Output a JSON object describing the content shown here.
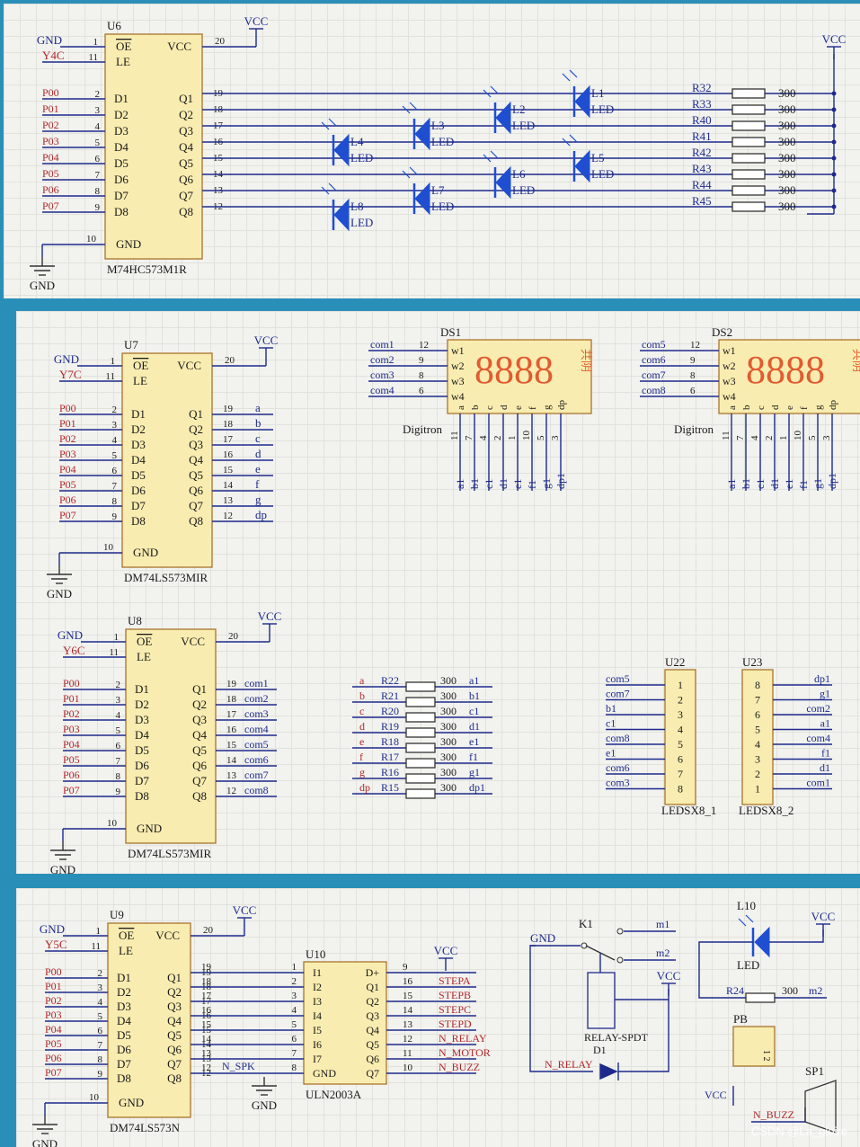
{
  "watermark": "CSDN @La_gloire",
  "colors": {
    "ic_fill": "#f8ecb0",
    "ic_stroke": "#a8742c",
    "wire": "#1d2a8c",
    "pin_label": "#b0282a",
    "net_label": "#1d2a8c",
    "led": "#1f4fd0",
    "seg": "#e25b30"
  },
  "u6": {
    "ref": "U6",
    "part": "M74HC573M1R",
    "oe": "OE",
    "le": "LE",
    "vcc": "VCC",
    "gnd": "GND",
    "gnd_net": "GND",
    "le_net": "Y4C",
    "vcc_net": "VCC",
    "gnd_sym": "GND",
    "pin_oe": "1",
    "pin_le": "11",
    "pin_vcc": "20",
    "pin_gnd": "10",
    "d_labels": [
      "D1",
      "D2",
      "D3",
      "D4",
      "D5",
      "D6",
      "D7",
      "D8"
    ],
    "q_labels": [
      "Q1",
      "Q2",
      "Q3",
      "Q4",
      "Q5",
      "Q6",
      "Q7",
      "Q8"
    ],
    "d_pins": [
      "2",
      "3",
      "4",
      "5",
      "6",
      "7",
      "8",
      "9"
    ],
    "q_pins": [
      "19",
      "18",
      "17",
      "16",
      "15",
      "14",
      "13",
      "12"
    ],
    "inputs": [
      "P00",
      "P01",
      "P02",
      "P03",
      "P04",
      "P05",
      "P06",
      "P07"
    ]
  },
  "leds": {
    "items": [
      {
        "ref": "L1",
        "label": "LED"
      },
      {
        "ref": "L2",
        "label": "LED"
      },
      {
        "ref": "L3",
        "label": "LED"
      },
      {
        "ref": "L4",
        "label": "LED"
      },
      {
        "ref": "L5",
        "label": "LED"
      },
      {
        "ref": "L6",
        "label": "LED"
      },
      {
        "ref": "L7",
        "label": "LED"
      },
      {
        "ref": "L8",
        "label": "LED"
      }
    ],
    "resistors": [
      "R32",
      "R33",
      "R40",
      "R41",
      "R42",
      "R43",
      "R44",
      "R45"
    ],
    "values": [
      "300",
      "300",
      "300",
      "300",
      "300",
      "300",
      "300",
      "300"
    ],
    "vcc": "VCC"
  },
  "u7": {
    "ref": "U7",
    "part": "DM74LS573MIR",
    "oe": "OE",
    "le": "LE",
    "vcc": "VCC",
    "gnd": "GND",
    "gnd_net": "GND",
    "le_net": "Y7C",
    "vcc_net": "VCC",
    "gnd_sym": "GND",
    "pin_oe": "1",
    "pin_le": "11",
    "pin_vcc": "20",
    "pin_gnd": "10",
    "d_labels": [
      "D1",
      "D2",
      "D3",
      "D4",
      "D5",
      "D6",
      "D7",
      "D8"
    ],
    "q_labels": [
      "Q1",
      "Q2",
      "Q3",
      "Q4",
      "Q5",
      "Q6",
      "Q7",
      "Q8"
    ],
    "d_pins": [
      "2",
      "3",
      "4",
      "5",
      "6",
      "7",
      "8",
      "9"
    ],
    "q_pins": [
      "19",
      "18",
      "17",
      "16",
      "15",
      "14",
      "13",
      "12"
    ],
    "inputs": [
      "P00",
      "P01",
      "P02",
      "P03",
      "P04",
      "P05",
      "P06",
      "P07"
    ],
    "outputs": [
      "a",
      "b",
      "c",
      "d",
      "e",
      "f",
      "g",
      "dp"
    ]
  },
  "ds1": {
    "ref": "DS1",
    "label": "Digitron",
    "digits": "8888",
    "cathode": "共阴",
    "coms": [
      "com1",
      "com2",
      "com3",
      "com4"
    ],
    "com_pins": [
      "12",
      "9",
      "8",
      "6"
    ],
    "w": [
      "w1",
      "w2",
      "w3",
      "w4"
    ],
    "segs": [
      "a",
      "b",
      "c",
      "d",
      "e",
      "f",
      "g",
      "dp"
    ],
    "seg_pins": [
      "11",
      "7",
      "4",
      "2",
      "1",
      "10",
      "5",
      "3"
    ],
    "seg_nets": [
      "a1",
      "b1",
      "c1",
      "d1",
      "e1",
      "f1",
      "g1",
      "dp1"
    ]
  },
  "ds2": {
    "ref": "DS2",
    "label": "Digitron",
    "digits": "8888",
    "cathode": "共阴",
    "coms": [
      "com5",
      "com6",
      "com7",
      "com8"
    ],
    "com_pins": [
      "12",
      "9",
      "8",
      "6"
    ],
    "w": [
      "w1",
      "w2",
      "w3",
      "w4"
    ],
    "segs": [
      "a",
      "b",
      "c",
      "d",
      "e",
      "f",
      "g",
      "dp"
    ],
    "seg_pins": [
      "11",
      "7",
      "4",
      "2",
      "1",
      "10",
      "5",
      "3"
    ],
    "seg_nets": [
      "a1",
      "b1",
      "c1",
      "d1",
      "e1",
      "f1",
      "g1",
      "dp1"
    ]
  },
  "u8": {
    "ref": "U8",
    "part": "DM74LS573MIR",
    "oe": "OE",
    "le": "LE",
    "vcc": "VCC",
    "gnd": "GND",
    "gnd_net": "GND",
    "le_net": "Y6C",
    "vcc_net": "VCC",
    "gnd_sym": "GND",
    "pin_oe": "1",
    "pin_le": "11",
    "pin_vcc": "20",
    "pin_gnd": "10",
    "d_labels": [
      "D1",
      "D2",
      "D3",
      "D4",
      "D5",
      "D6",
      "D7",
      "D8"
    ],
    "q_labels": [
      "Q1",
      "Q2",
      "Q3",
      "Q4",
      "Q5",
      "Q6",
      "Q7",
      "Q8"
    ],
    "d_pins": [
      "2",
      "3",
      "4",
      "5",
      "6",
      "7",
      "8",
      "9"
    ],
    "q_pins": [
      "19",
      "18",
      "17",
      "16",
      "15",
      "14",
      "13",
      "12"
    ],
    "inputs": [
      "P00",
      "P01",
      "P02",
      "P03",
      "P04",
      "P05",
      "P06",
      "P07"
    ],
    "outputs": [
      "com1",
      "com2",
      "com3",
      "com4",
      "com5",
      "com6",
      "com7",
      "com8"
    ]
  },
  "seg_res": {
    "left": [
      "a",
      "b",
      "c",
      "d",
      "e",
      "f",
      "g",
      "dp"
    ],
    "refs": [
      "R22",
      "R21",
      "R20",
      "R19",
      "R18",
      "R17",
      "R16",
      "R15"
    ],
    "values": [
      "300",
      "300",
      "300",
      "300",
      "300",
      "300",
      "300",
      "300"
    ],
    "right": [
      "a1",
      "b1",
      "c1",
      "d1",
      "e1",
      "f1",
      "g1",
      "dp1"
    ]
  },
  "u22": {
    "ref": "U22",
    "label": "LEDSX8_1",
    "pins": [
      "1",
      "2",
      "3",
      "4",
      "5",
      "6",
      "7",
      "8"
    ],
    "nets": [
      "com5",
      "com7",
      "b1",
      "c1",
      "com8",
      "e1",
      "com6",
      "com3"
    ]
  },
  "u23": {
    "ref": "U23",
    "label": "LEDSX8_2",
    "pins": [
      "8",
      "7",
      "6",
      "5",
      "4",
      "3",
      "2",
      "1"
    ],
    "nets": [
      "dp1",
      "g1",
      "com2",
      "a1",
      "com4",
      "f1",
      "d1",
      "com1"
    ]
  },
  "u9": {
    "ref": "U9",
    "part": "DM74LS573N",
    "oe": "OE",
    "le": "LE",
    "vcc": "VCC",
    "gnd": "GND",
    "gnd_net": "GND",
    "le_net": "Y5C",
    "vcc_net": "VCC",
    "gnd_sym": "GND",
    "pin_oe": "1",
    "pin_le": "11",
    "pin_vcc": "20",
    "pin_gnd": "10",
    "d_labels": [
      "D1",
      "D2",
      "D3",
      "D4",
      "D5",
      "D6",
      "D7",
      "D8"
    ],
    "q_labels": [
      "Q1",
      "Q2",
      "Q3",
      "Q4",
      "Q5",
      "Q6",
      "Q7",
      "Q8"
    ],
    "d_pins": [
      "2",
      "3",
      "4",
      "5",
      "6",
      "7",
      "8",
      "9"
    ],
    "q_pins": [
      "19",
      "18",
      "17",
      "16",
      "15",
      "14",
      "13",
      "12"
    ],
    "inputs": [
      "P00",
      "P01",
      "P02",
      "P03",
      "P04",
      "P05",
      "P06",
      "P07"
    ],
    "q8_net": "N_SPK"
  },
  "u10": {
    "ref": "U10",
    "part": "ULN2003A",
    "vcc_net": "VCC",
    "gnd_sym": "GND",
    "in_labels": [
      "I1",
      "I2",
      "I3",
      "I4",
      "I5",
      "I6",
      "I7",
      "GND"
    ],
    "in_pins": [
      "1",
      "2",
      "3",
      "4",
      "5",
      "6",
      "7",
      "8"
    ],
    "out_labels": [
      "D+",
      "Q1",
      "Q2",
      "Q3",
      "Q4",
      "Q5",
      "Q6",
      "Q7"
    ],
    "out_pins": [
      "9",
      "16",
      "15",
      "14",
      "13",
      "12",
      "11",
      "10"
    ],
    "out_nets": [
      "",
      "STEPA",
      "STEPB",
      "STEPC",
      "STEPD",
      "N_RELAY",
      "N_MOTOR",
      "N_BUZZ"
    ]
  },
  "relay": {
    "ref": "K1",
    "gnd": "GND",
    "m1": "m1",
    "m2": "m2",
    "label": "RELAY-SPDT",
    "vcc": "VCC",
    "diode": "D1",
    "relay_net": "N_RELAY"
  },
  "l10": {
    "ref": "L10",
    "label": "LED",
    "vcc": "VCC",
    "res": "R24",
    "value": "300",
    "net": "m2"
  },
  "pb": {
    "ref": "PB",
    "pins": "1 2"
  },
  "sp1": {
    "ref": "SP1",
    "vcc": "VCC",
    "net": "N_BUZZ"
  }
}
